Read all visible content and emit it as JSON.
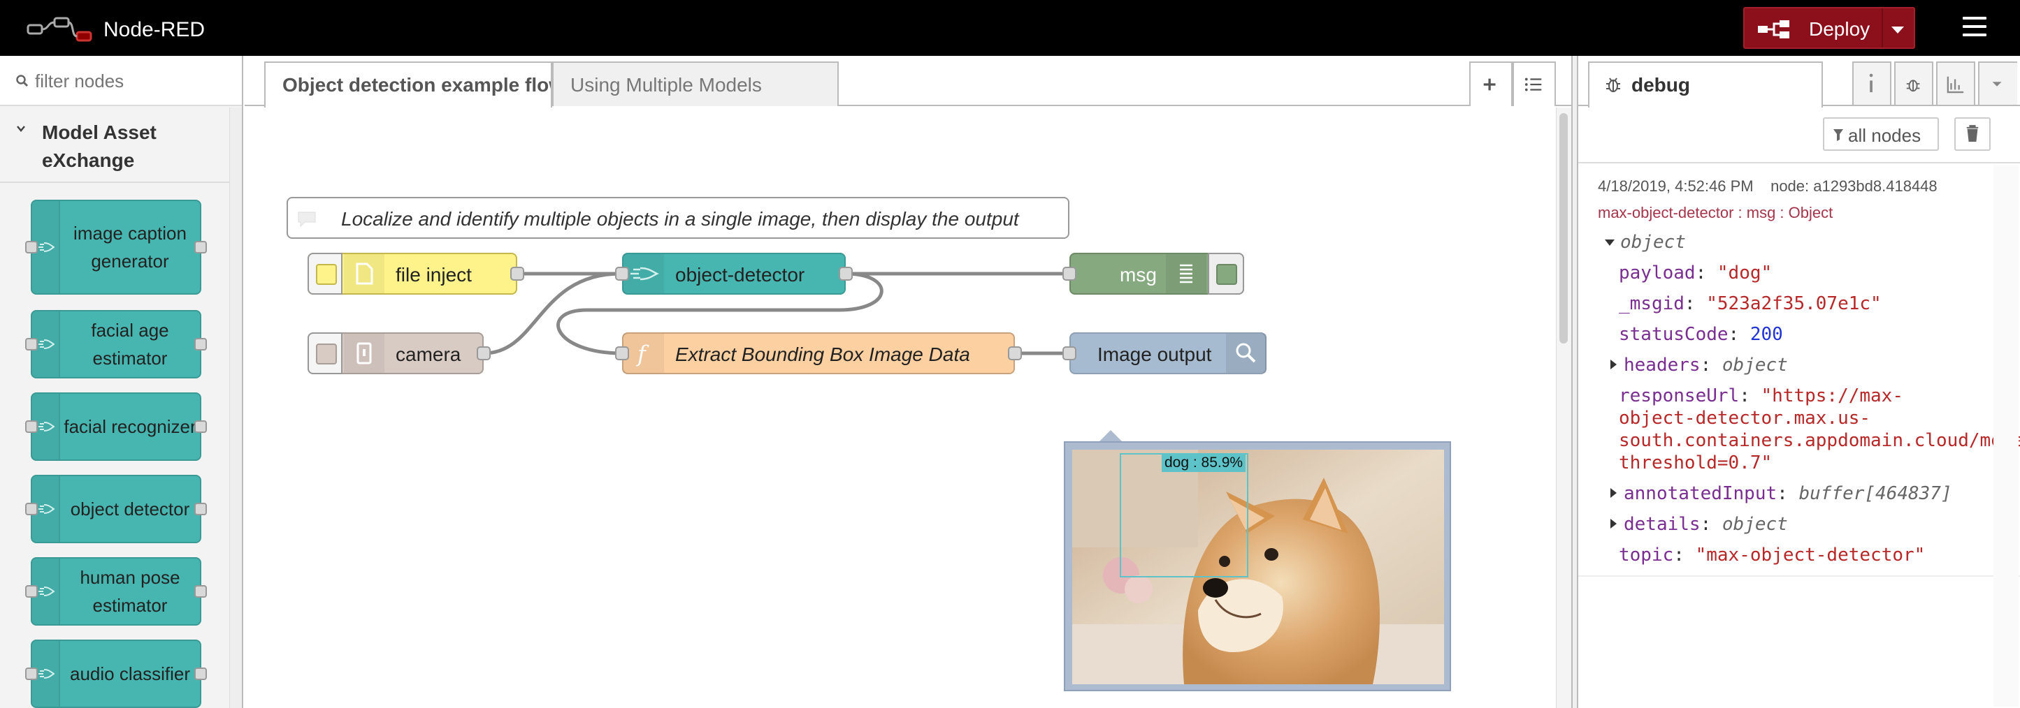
{
  "header": {
    "title": "Node-RED",
    "deploy_label": "Deploy"
  },
  "palette": {
    "filter_placeholder": "filter nodes",
    "category": "Model Asset eXchange",
    "nodes": [
      {
        "label": "image caption generator"
      },
      {
        "label": "facial age estimator"
      },
      {
        "label": "facial recognizer"
      },
      {
        "label": "object detector"
      },
      {
        "label": "human pose estimator"
      },
      {
        "label": "audio classifier"
      }
    ]
  },
  "workspace": {
    "tabs": [
      {
        "label": "Object detection example flow"
      },
      {
        "label": "Using Multiple Models"
      }
    ]
  },
  "flow": {
    "comment": "Localize and identify multiple objects in a single image, then display the output",
    "nodes": {
      "file_inject": "file inject",
      "camera": "camera",
      "object_detector": "object-detector",
      "function": "Extract Bounding Box Image Data",
      "msg": "msg",
      "image_output": "Image output"
    },
    "image_label": "dog : 85.9%"
  },
  "sidebar": {
    "active_tab": "debug",
    "filter_label": "all nodes",
    "message": {
      "timestamp": "4/18/2019, 4:52:46 PM",
      "node": "node: a1293bd8.418448",
      "topic_line": "max-object-detector : msg : Object",
      "root": "object",
      "payload_key": "payload",
      "payload": "\"dog\"",
      "msgid_key": "_msgid",
      "msgid": "\"523a2f35.07e1c\"",
      "status_key": "statusCode",
      "status": "200",
      "headers_key": "headers",
      "headers": "object",
      "responseUrl_key": "responseUrl",
      "responseUrl_1": "\"https://max-",
      "responseUrl_2": "object-detector.max.us-",
      "responseUrl_3": "south.containers.appdomain.cloud/model/predict?",
      "responseUrl_4": "threshold=0.7\"",
      "annotated_key": "annotatedInput",
      "annotated": "buffer[464837]",
      "details_key": "details",
      "details": "object",
      "topic_key": "topic",
      "topic": "\"max-object-detector\""
    }
  }
}
